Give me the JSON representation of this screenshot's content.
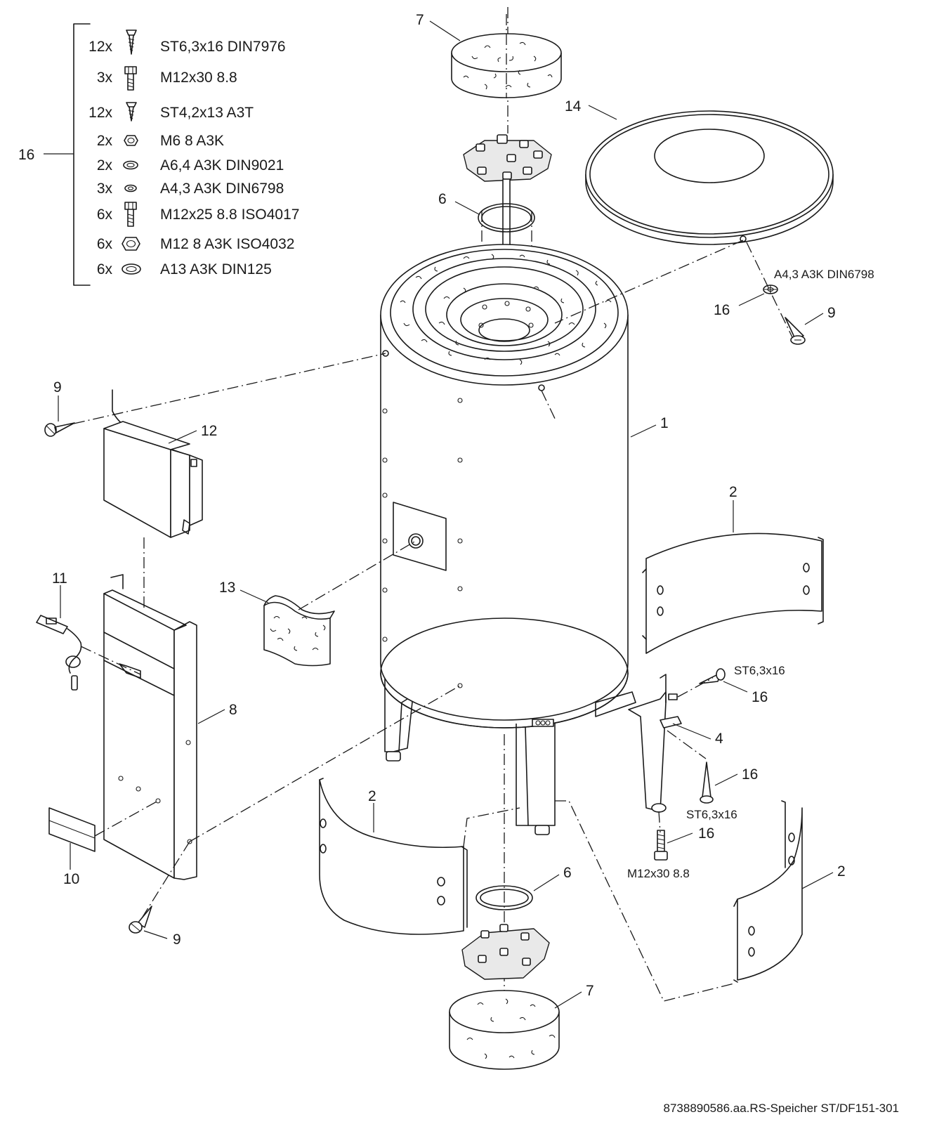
{
  "parts_list": {
    "group_label": "16",
    "items": [
      {
        "qty": "12x",
        "icon": "screw-icon",
        "spec": "ST6,3x16 DIN7976"
      },
      {
        "qty": "3x",
        "icon": "bolt-icon",
        "spec": "M12x30 8.8"
      },
      {
        "qty": "12x",
        "icon": "screw-icon",
        "spec": "ST4,2x13 A3T"
      },
      {
        "qty": "2x",
        "icon": "nut-icon",
        "spec": "M6 8 A3K"
      },
      {
        "qty": "2x",
        "icon": "washer-icon",
        "spec": "A6,4 A3K DIN9021"
      },
      {
        "qty": "3x",
        "icon": "washer-icon",
        "spec": "A4,3 A3K DIN6798"
      },
      {
        "qty": "6x",
        "icon": "bolt-icon",
        "spec": "M12x25 8.8 ISO4017"
      },
      {
        "qty": "6x",
        "icon": "nut-icon",
        "spec": "M12 8 A3K ISO4032"
      },
      {
        "qty": "6x",
        "icon": "washer-icon",
        "spec": "A13 A3K DIN125"
      }
    ]
  },
  "callouts": {
    "c1": "1",
    "c2_right": "2",
    "c2_bottom": "2",
    "c2_lower_right": "2",
    "c4": "4",
    "c6_top": "6",
    "c6_bottom": "6",
    "c7_top": "7",
    "c7_bottom": "7",
    "c8": "8",
    "c9_left": "9",
    "c9_right": "9",
    "c9_bottom": "9",
    "c10": "10",
    "c11": "11",
    "c12": "12",
    "c13": "13",
    "c14": "14",
    "c16_washer": "16",
    "c16_screw_top": "16",
    "c16_screw_mid": "16",
    "c16_bolt": "16"
  },
  "hardware_labels": {
    "washer_spec": "A4,3 A3K DIN6798",
    "screw_top_spec": "ST6,3x16",
    "screw_mid_spec": "ST6,3x16",
    "bolt_spec": "M12x30 8.8"
  },
  "footer": {
    "drawing_id": "8738890586.aa.RS-Speicher ST/DF151-301"
  }
}
